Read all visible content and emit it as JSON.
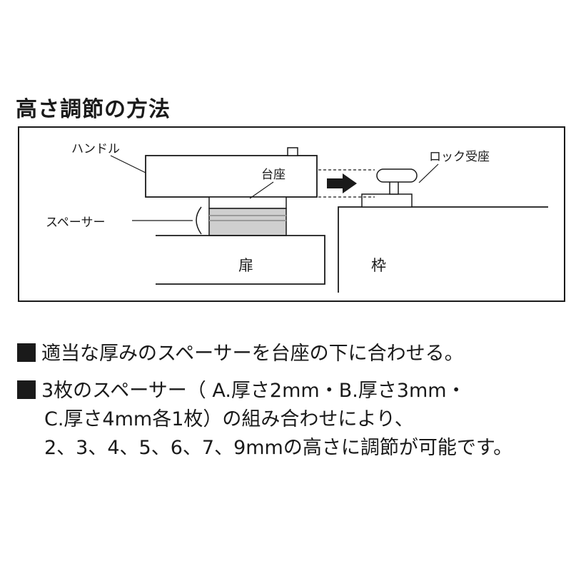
{
  "title": "高さ調節の方法",
  "labels": {
    "handle": "ハンドル",
    "base": "台座",
    "spacer": "スペーサー",
    "lock_seat": "ロック受座",
    "door": "扉",
    "frame": "枠"
  },
  "notes": {
    "line1": "適当な厚みのスペーサーを台座の下に合わせる。",
    "line2": "3枚のスペーサー（ A.厚さ2mm・B.厚さ3mm・",
    "line3": "C.厚さ4mm各1枚）の組み合わせにより、",
    "line4": "2、3、4、5、6、7、9mmの高さに調節が可能です。"
  },
  "colors": {
    "line": "#1a1a1a",
    "spacer_fill": "#cfcfcf",
    "spacer_band": "#9a9a9a"
  }
}
